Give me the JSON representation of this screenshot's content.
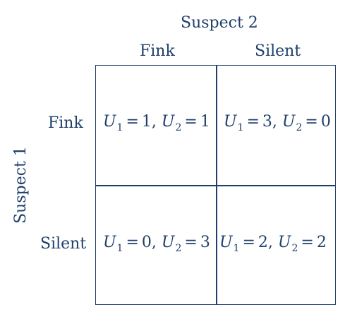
{
  "players": {
    "column": "Suspect 2",
    "row": "Suspect 1"
  },
  "strategies": {
    "column": [
      "Fink",
      "Silent"
    ],
    "row": [
      "Fink",
      "Silent"
    ]
  },
  "payoff_symbol": "U",
  "payoffs": [
    [
      {
        "u1": "1",
        "u2": "1"
      },
      {
        "u1": "3",
        "u2": "0"
      }
    ],
    [
      {
        "u1": "0",
        "u2": "3"
      },
      {
        "u1": "2",
        "u2": "2"
      }
    ]
  ],
  "colors": {
    "ink": "#1f3f6a",
    "background": "#ffffff"
  }
}
